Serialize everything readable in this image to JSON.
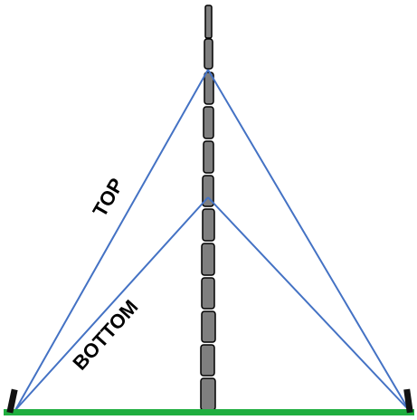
{
  "labels": {
    "top_guy": "TOP",
    "bottom_guy": "BOTTOM"
  },
  "mast": {
    "segment_count": 12
  },
  "colors": {
    "ground": "#1fae3f",
    "guy_wire": "#4472c4",
    "mast_fill": "#7f7f7f",
    "mast_stroke": "#000000",
    "anchor": "#111111"
  }
}
